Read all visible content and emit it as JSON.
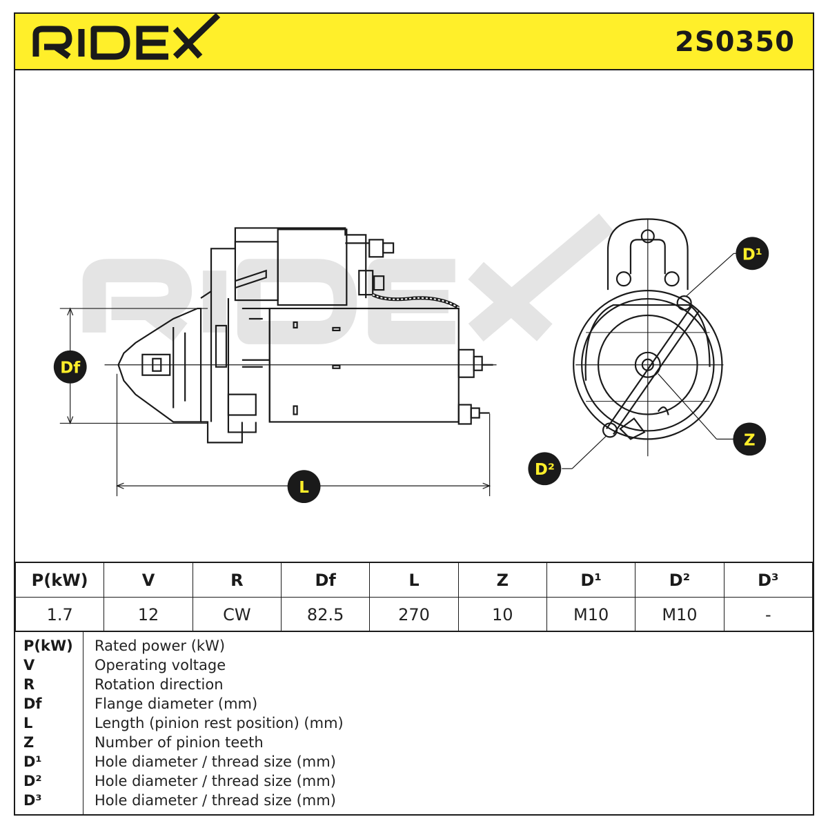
{
  "header": {
    "brand": "RIDEX",
    "part_number": "2S0350",
    "accent_color": "#ffef2a"
  },
  "drawing": {
    "watermark": "RIDEX",
    "labels": {
      "df": "Df",
      "l": "L",
      "d1": "D¹",
      "d2": "D²",
      "z": "Z"
    }
  },
  "specs": {
    "headers": [
      "P(kW)",
      "V",
      "R",
      "Df",
      "L",
      "Z",
      "D¹",
      "D²",
      "D³"
    ],
    "values": [
      "1.7",
      "12",
      "CW",
      "82.5",
      "270",
      "10",
      "M10",
      "M10",
      "-"
    ]
  },
  "legend": [
    {
      "abbr": "P(kW)",
      "desc": "Rated power (kW)"
    },
    {
      "abbr": "V",
      "desc": "Operating voltage"
    },
    {
      "abbr": "R",
      "desc": "Rotation direction"
    },
    {
      "abbr": "Df",
      "desc": "Flange diameter (mm)"
    },
    {
      "abbr": "L",
      "desc": "Length (pinion rest position) (mm)"
    },
    {
      "abbr": "Z",
      "desc": "Number of pinion teeth"
    },
    {
      "abbr": "D¹",
      "desc": "Hole diameter / thread size (mm)"
    },
    {
      "abbr": "D²",
      "desc": "Hole diameter / thread size (mm)"
    },
    {
      "abbr": "D³",
      "desc": "Hole diameter / thread size (mm)"
    }
  ]
}
